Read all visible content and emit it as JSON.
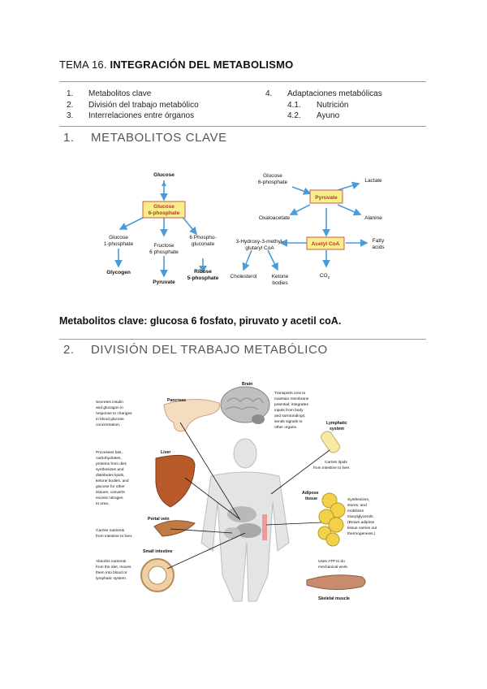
{
  "header": {
    "tema": "TEMA 16.",
    "title": "INTEGRACIÓN DEL METABOLISMO"
  },
  "toc": {
    "left": [
      {
        "num": "1.",
        "label": "Metabolitos clave"
      },
      {
        "num": "2.",
        "label": "División del trabajo metabólico"
      },
      {
        "num": "3.",
        "label": "Interrelaciones entre órganos"
      }
    ],
    "right": [
      {
        "num": "4.",
        "label": "Adaptaciones metabólicas"
      },
      {
        "num": "4.1.",
        "label": "Nutrición"
      },
      {
        "num": "4.2.",
        "label": "Ayuno"
      }
    ]
  },
  "section1": {
    "num": "1.",
    "title": "METABOLITOS  CLAVE"
  },
  "diagram1": {
    "glucose": "Glucose",
    "g6p_line1": "Glucose",
    "g6p_line2": "6-phosphate",
    "g1p_line1": "Glucose",
    "g1p_line2": "1-phosphate",
    "f6p_line1": "Fructose",
    "f6p_line2": "6 phosphate",
    "pg_line1": "6 Phospho-",
    "pg_line2": "gluconate",
    "glycogen": "Glycogen",
    "pyruvate_left": "Pyruvate",
    "r5p_line1": "Ribose",
    "r5p_line2": "5-phosphate",
    "g6p_top_line1": "Glucose",
    "g6p_top_line2": "6-phosphate",
    "pyruvate": "Pyruvate",
    "lactate": "Lactate",
    "oxaloacetate": "Oxaloacetate",
    "alanine": "Alanine",
    "acetyl_coa": "Acetyl CoA",
    "fatty_line1": "Fatty",
    "fatty_line2": "acids",
    "hmg_line1": "3-Hydroxy-3-methyl-",
    "hmg_line2": "glutaryl CoA",
    "cholesterol": "Cholesterol",
    "ketone_line1": "Ketone",
    "ketone_line2": "bodies",
    "co2": "CO",
    "co2_sub": "2"
  },
  "summary": "Metabolitos clave: glucosa 6 fosfato, piruvato y acetil coA.",
  "section2": {
    "num": "2.",
    "title": "DIVISIÓN DEL TRABAJO METABÓLICO"
  },
  "diagram2": {
    "brain": "Brain",
    "brain_desc": [
      "Transports ions to",
      "maintain membrane",
      "potential; integrates",
      "inputs from body",
      "and surroundings;",
      "sends signals to",
      "other organs."
    ],
    "pancreas": "Pancreas",
    "pancreas_desc": [
      "Secretes insulin",
      "and glucagon in",
      "response to changes",
      "in blood glucose",
      "concentration."
    ],
    "lymph": [
      "Lymphatic",
      "system"
    ],
    "lymph_desc": [
      "Carries lipids",
      "from intestine to liver."
    ],
    "liver": "Liver",
    "liver_desc": [
      "Processes fats,",
      "carbohydrates,",
      "proteins from diet;",
      "synthesizes and",
      "distributes lipids,",
      "ketone bodies, and",
      "glucose for other",
      "tissues; converts",
      "excess nitrogen",
      "to urea."
    ],
    "adipose": [
      "Adipose",
      "tissue"
    ],
    "adipose_desc": [
      "Synthesizes,",
      "stores, and",
      "mobilizes",
      "triacylglycerols.",
      "(Brown adipose",
      "tissue carries out",
      "thermogenesis.)"
    ],
    "portal": "Portal vein",
    "portal_desc": [
      "Carries nutrients",
      "from intestine to liver."
    ],
    "intestine": "Small intestine",
    "intestine_desc": [
      "Absorbs nutrients",
      "from the diet, moves",
      "them into blood or",
      "lymphatic system."
    ],
    "muscle_desc": [
      "Uses ATP to do",
      "mechanical work."
    ],
    "muscle": "Skeletal muscle"
  }
}
